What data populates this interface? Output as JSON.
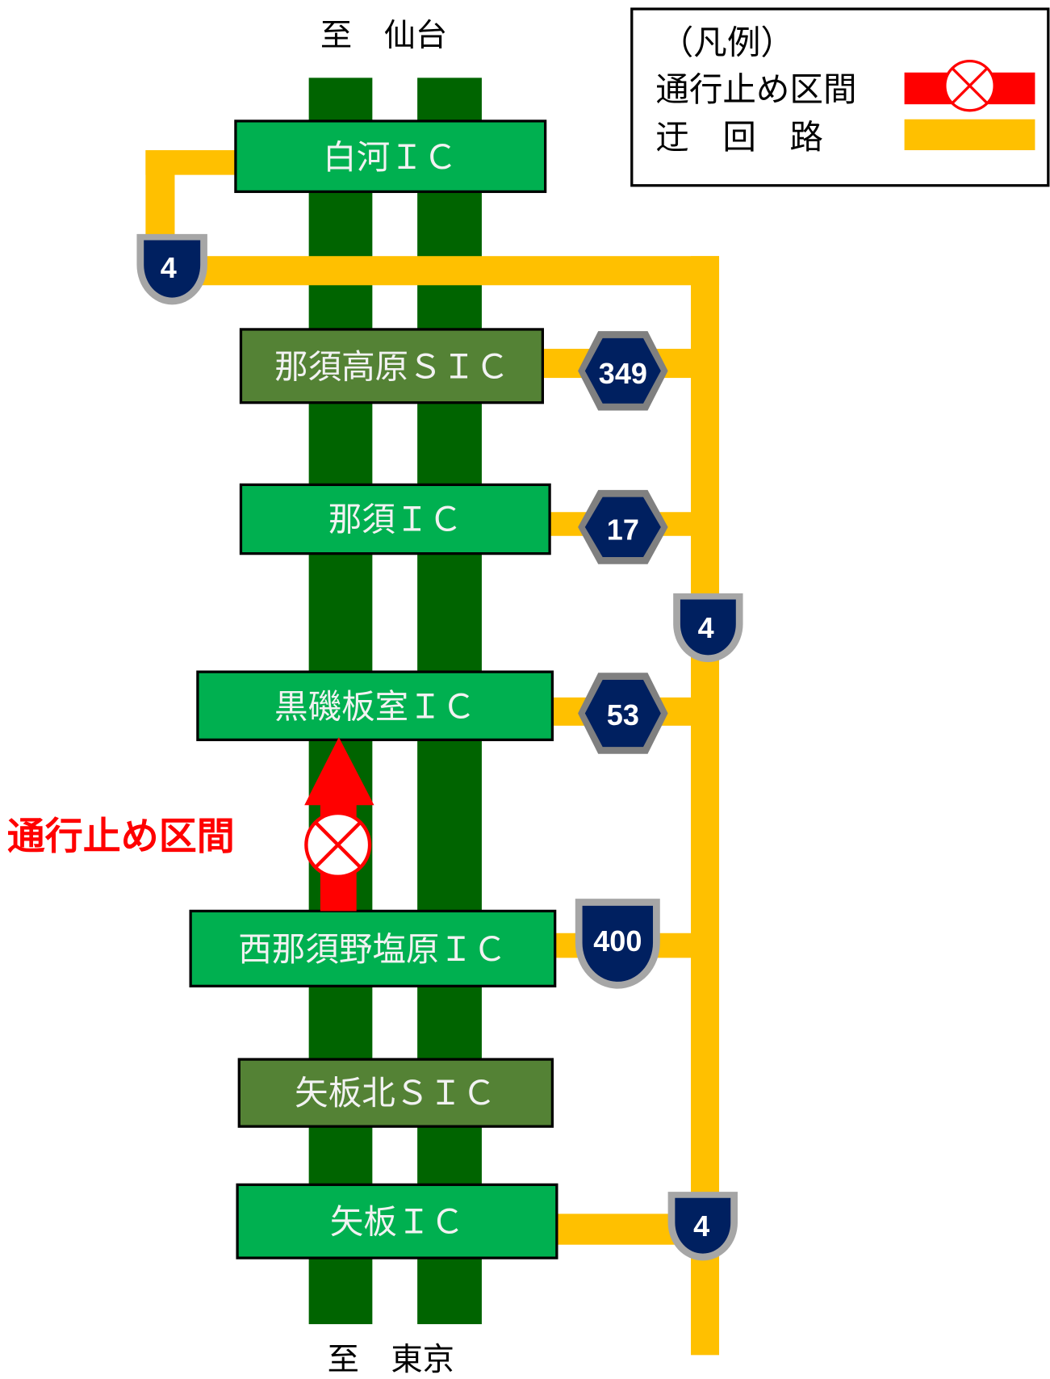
{
  "directions": {
    "north": "至　仙台",
    "south": "至　東京"
  },
  "legend": {
    "title": "（凡例）",
    "closed_label": "通行止め区間",
    "detour_label": "迂　回　路"
  },
  "closure_label": "通行止め区間",
  "interchanges": [
    {
      "name": "白河ＩＣ",
      "type": "IC"
    },
    {
      "name": "那須高原ＳＩＣ",
      "type": "SIC"
    },
    {
      "name": "那須ＩＣ",
      "type": "IC"
    },
    {
      "name": "黒磯板室ＩＣ",
      "type": "IC"
    },
    {
      "name": "西那須野塩原ＩＣ",
      "type": "IC"
    },
    {
      "name": "矢板北ＳＩＣ",
      "type": "SIC"
    },
    {
      "name": "矢板ＩＣ",
      "type": "IC"
    }
  ],
  "routes": {
    "r4a": "4",
    "r349": "349",
    "r17": "17",
    "r4b": "4",
    "r53": "53",
    "r400": "400",
    "r4c": "4"
  },
  "colors": {
    "expressway": "#006400",
    "ic": "#00B050",
    "sic": "#548235",
    "detour": "#FFC000",
    "closure": "#FF0000",
    "route_shield": "#002060",
    "shield_border": "#A6A6A6"
  }
}
